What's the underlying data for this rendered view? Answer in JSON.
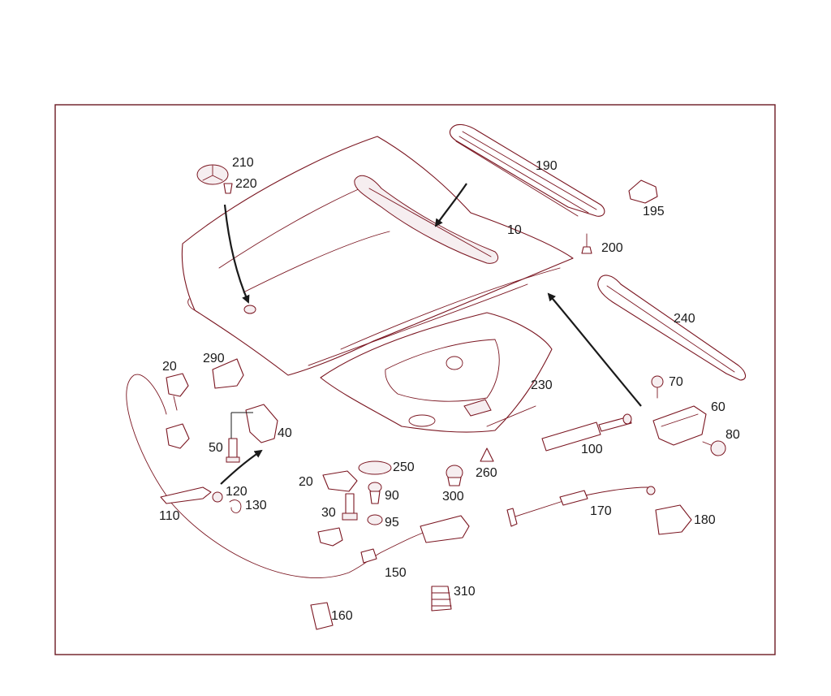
{
  "callouts": {
    "c10": "10",
    "c20a": "20",
    "c20b": "20",
    "c30": "30",
    "c40": "40",
    "c50": "50",
    "c60": "60",
    "c70": "70",
    "c80": "80",
    "c90": "90",
    "c95": "95",
    "c100": "100",
    "c110": "110",
    "c120": "120",
    "c130": "130",
    "c150": "150",
    "c160": "160",
    "c170": "170",
    "c180": "180",
    "c190": "190",
    "c195": "195",
    "c200": "200",
    "c210": "210",
    "c220": "220",
    "c230": "230",
    "c240": "240",
    "c250": "250",
    "c260": "260",
    "c290": "290",
    "c300": "300",
    "c310": "310"
  },
  "colors": {
    "line": "#7a1520",
    "frame": "#6b1a22",
    "text": "#1a1a1a",
    "background": "#ffffff"
  }
}
